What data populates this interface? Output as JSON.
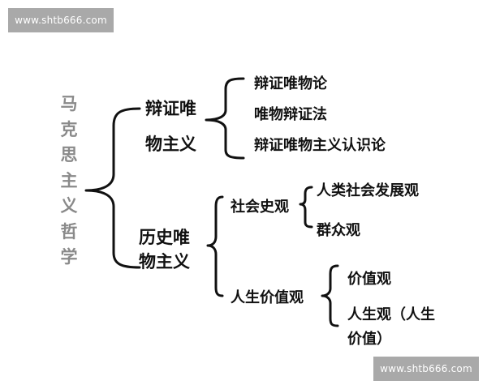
{
  "watermarks": {
    "top": "www.shtb666.com",
    "bottom": "www.shtb666.com"
  },
  "root": {
    "title_chars": [
      "马",
      "克",
      "思",
      "主",
      "义",
      "哲",
      "学"
    ],
    "title": "马克思主义哲学",
    "color": "#8a8a8a"
  },
  "branches": [
    {
      "label_line1": "辩证唯",
      "label_line2": "物主义",
      "children": [
        {
          "label": "辩证唯物论"
        },
        {
          "label": "唯物辩证法"
        },
        {
          "label": "辩证唯物主义认识论"
        }
      ]
    },
    {
      "label_line1": "历史唯",
      "label_line2": "物主义",
      "children": [
        {
          "label": "社会史观",
          "children": [
            {
              "label": "人类社会发展观"
            },
            {
              "label": "群众观"
            }
          ]
        },
        {
          "label": "人生价值观",
          "children": [
            {
              "label": "价值观"
            },
            {
              "label": "人生观（人生"
            },
            {
              "label": "价值）"
            }
          ]
        }
      ]
    }
  ]
}
